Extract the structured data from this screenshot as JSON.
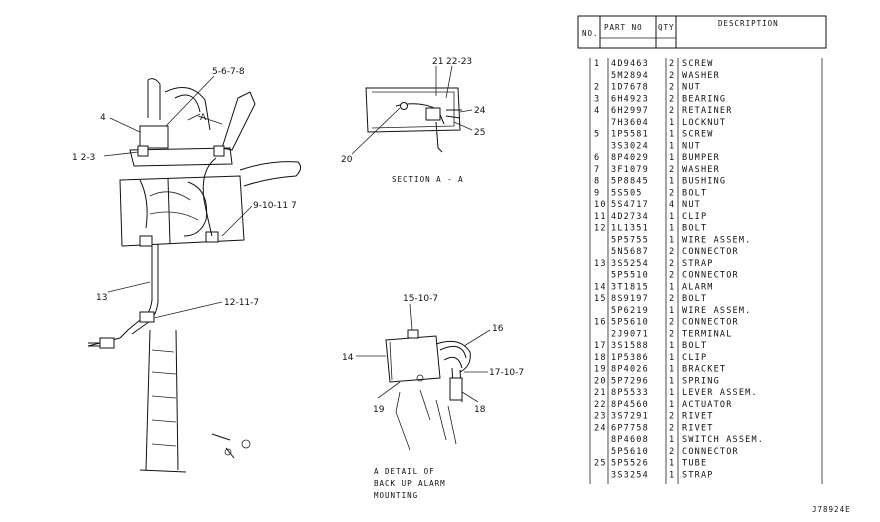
{
  "callouts": {
    "c4": "4",
    "c5678": "5-6-7-8",
    "c123": "1 2-3",
    "c910117": "9-10-11  7",
    "c13": "13",
    "c12117": "12-11-7",
    "cA": "A",
    "c21": "21",
    "c2223": "22-23",
    "c24": "24",
    "c25": "25",
    "c20": "20",
    "c15107": "15-10-7",
    "c16": "16",
    "c14": "14",
    "c17107": "17-10-7",
    "c19": "19",
    "c18": "18"
  },
  "captions": {
    "section": "SECTION  A - A",
    "backup_1": "A DETAIL OF",
    "backup_2": "BACK UP ALARM",
    "backup_3": "MOUNTING"
  },
  "table": {
    "headers": {
      "no": "NO.",
      "part": "PART NO",
      "qty": "QTY",
      "desc": "DESCRIPTION"
    },
    "rows": [
      {
        "no": "1",
        "part": "4D9463",
        "qty": "2",
        "desc": "SCREW"
      },
      {
        "no": "",
        "part": "5M2894",
        "qty": "2",
        "desc": "WASHER"
      },
      {
        "no": "2",
        "part": "1D7678",
        "qty": "2",
        "desc": "NUT"
      },
      {
        "no": "3",
        "part": "6H4923",
        "qty": "2",
        "desc": "BEARING"
      },
      {
        "no": "4",
        "part": "6H2997",
        "qty": "2",
        "desc": "RETAINER"
      },
      {
        "no": "",
        "part": "7H3604",
        "qty": "1",
        "desc": "LOCKNUT"
      },
      {
        "no": "5",
        "part": "1P5581",
        "qty": "1",
        "desc": "SCREW"
      },
      {
        "no": "",
        "part": "3S3024",
        "qty": "1",
        "desc": "NUT"
      },
      {
        "no": "6",
        "part": "8P4029",
        "qty": "1",
        "desc": "BUMPER"
      },
      {
        "no": "7",
        "part": "3F1079",
        "qty": "2",
        "desc": "WASHER"
      },
      {
        "no": "8",
        "part": "5P8845",
        "qty": "1",
        "desc": "BUSHING"
      },
      {
        "no": "9",
        "part": "5S505",
        "qty": "2",
        "desc": "BOLT"
      },
      {
        "no": "10",
        "part": "5S4717",
        "qty": "4",
        "desc": "NUT"
      },
      {
        "no": "11",
        "part": "4D2734",
        "qty": "1",
        "desc": "CLIP"
      },
      {
        "no": "12",
        "part": "1L1351",
        "qty": "1",
        "desc": "BOLT"
      },
      {
        "no": "",
        "part": "5P5755",
        "qty": "1",
        "desc": "WIRE ASSEM."
      },
      {
        "no": "",
        "part": "5N5687",
        "qty": "2",
        "desc": "CONNECTOR"
      },
      {
        "no": "13",
        "part": "3S5254",
        "qty": "2",
        "desc": "STRAP"
      },
      {
        "no": "",
        "part": "5P5510",
        "qty": "2",
        "desc": "CONNECTOR"
      },
      {
        "no": "14",
        "part": "3T1815",
        "qty": "1",
        "desc": "ALARM"
      },
      {
        "no": "15",
        "part": "8S9197",
        "qty": "2",
        "desc": "BOLT"
      },
      {
        "no": "",
        "part": "5P6219",
        "qty": "1",
        "desc": "WIRE ASSEM."
      },
      {
        "no": "16",
        "part": "5P5610",
        "qty": "2",
        "desc": "CONNECTOR"
      },
      {
        "no": "",
        "part": "2J9071",
        "qty": "2",
        "desc": "TERMINAL"
      },
      {
        "no": "17",
        "part": "3S1588",
        "qty": "1",
        "desc": "BOLT"
      },
      {
        "no": "18",
        "part": "1P5386",
        "qty": "1",
        "desc": "CLIP"
      },
      {
        "no": "19",
        "part": "8P4026",
        "qty": "1",
        "desc": "BRACKET"
      },
      {
        "no": "20",
        "part": "5P7296",
        "qty": "1",
        "desc": "SPRING"
      },
      {
        "no": "21",
        "part": "8P5533",
        "qty": "1",
        "desc": "LEVER ASSEM."
      },
      {
        "no": "22",
        "part": "8P4560",
        "qty": "1",
        "desc": "ACTUATOR"
      },
      {
        "no": "23",
        "part": "3S7291",
        "qty": "2",
        "desc": "RIVET"
      },
      {
        "no": "24",
        "part": "6P7758",
        "qty": "2",
        "desc": "RIVET"
      },
      {
        "no": "",
        "part": "8P4608",
        "qty": "1",
        "desc": "SWITCH ASSEM."
      },
      {
        "no": "",
        "part": "5P5610",
        "qty": "2",
        "desc": "CONNECTOR"
      },
      {
        "no": "25",
        "part": "5P5526",
        "qty": "1",
        "desc": "TUBE"
      },
      {
        "no": "",
        "part": "3S3254",
        "qty": "1",
        "desc": "STRAP"
      }
    ]
  },
  "figure_number": "J78924E"
}
